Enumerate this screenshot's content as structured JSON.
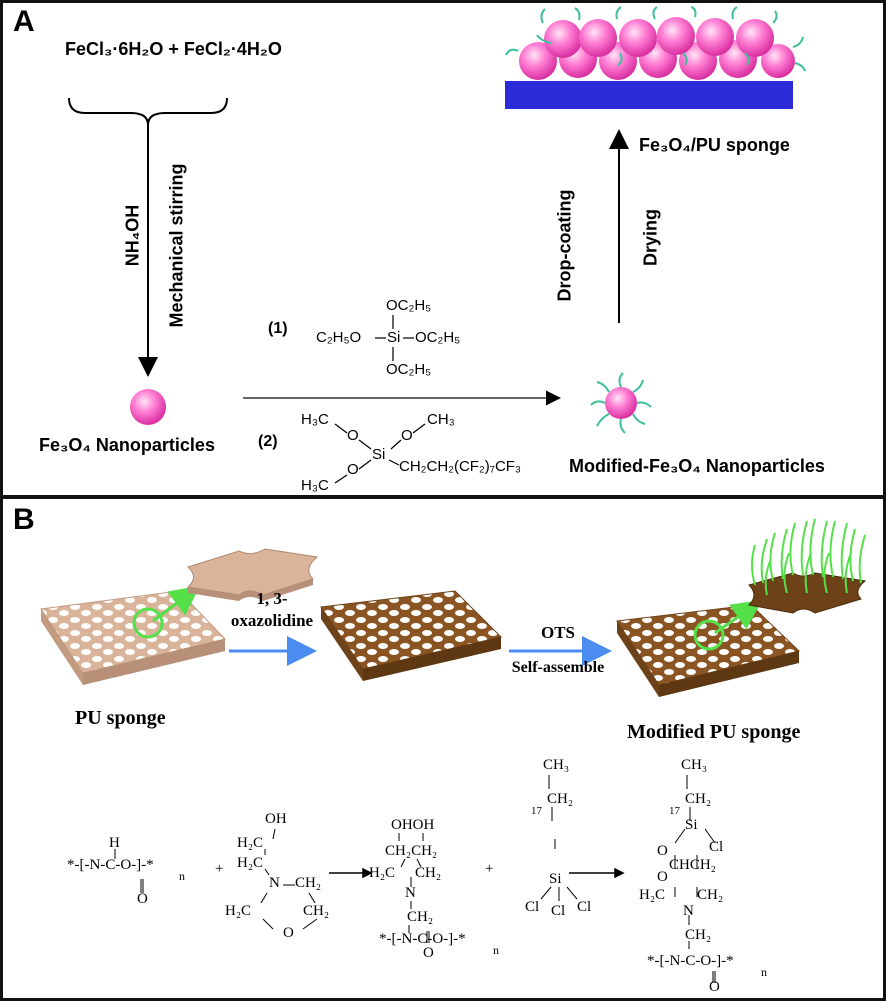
{
  "panel_a": {
    "label": "A",
    "reactants": "FeCl₃·6H₂O + FeCl₂·4H₂O",
    "reagent": "NH₄OH",
    "process": "Mechanical stirring",
    "nanoparticle_label": "Fe₃O₄ Nanoparticles",
    "modified_label": "Modified-Fe₃O₄ Nanoparticles",
    "sponge_label": "Fe₃O₄/PU sponge",
    "drop_coating": "Drop-coating",
    "drying": "Drying",
    "step1": "(1)",
    "step2": "(2)",
    "teos": {
      "top": "OC₂H₅",
      "left": "C₂H₅O",
      "center": "Si",
      "right": "OC₂H₅",
      "bottom": "OC₂H₅"
    },
    "fluorosilane": {
      "h3c_top": "H₃C",
      "o_top_left": "O",
      "o_top_right": "O",
      "ch3": "CH₃",
      "si": "Si",
      "chain": "CH₂CH₂(CF₂)₇CF₃",
      "o_bottom": "O",
      "h3c_bottom": "H₃C"
    },
    "colors": {
      "particle": "#ff5fc8",
      "ligand": "#3cbf9a",
      "substrate": "#2b2bd8"
    }
  },
  "panel_b": {
    "label": "B",
    "pu_sponge": "PU sponge",
    "reagent1_line1": "1, 3-",
    "reagent1_line2": "oxazolidine",
    "reagent2": "OTS",
    "self_assemble": "Self-assemble",
    "modified_sponge": "Modified PU sponge",
    "chemistry": {
      "pu_h": "H",
      "pu_chain": "*-[-N-C-O-]-*",
      "pu_n": "n",
      "pu_o": "O",
      "plus": "+",
      "oxa_oh": "OH",
      "oxa_h2c_1": "H₂C",
      "oxa_h2c_2": "H₂C",
      "oxa_n": "N",
      "oxa_ch2": "CH₂",
      "oxa_h2c_3": "H₂C",
      "oxa_ch2_2": "CH₂",
      "oxa_o": "O",
      "p1_ohoh": "OHOH",
      "p1_chch": "CH₂CH₂",
      "p1_h2c": "H₂C",
      "p1_n": "N",
      "p1_ch2": "CH₂",
      "p1_ch2b": "CH₂",
      "ots_ch3": "CH₃",
      "ots_ch2": "CH₂",
      "ots_17": "17",
      "ots_si": "Si",
      "ots_cl1": "Cl",
      "ots_cl2": "Cl",
      "ots_cl3": "Cl",
      "p2_ch3": "CH₃",
      "p2_ch2": "CH₂",
      "p2_17": "17",
      "p2_si": "Si",
      "p2_cl": "Cl",
      "p2_o1": "O",
      "p2_o2": "O",
      "p2_chch": "CHCH₂",
      "p2_h2c": "H₂C",
      "p2_n": "N",
      "p2_ch2b": "CH₂"
    },
    "colors": {
      "sponge_raw": "#d9b39a",
      "sponge_treated": "#8a5522",
      "arrow": "#4a8cf0",
      "green": "#55e04a"
    }
  }
}
